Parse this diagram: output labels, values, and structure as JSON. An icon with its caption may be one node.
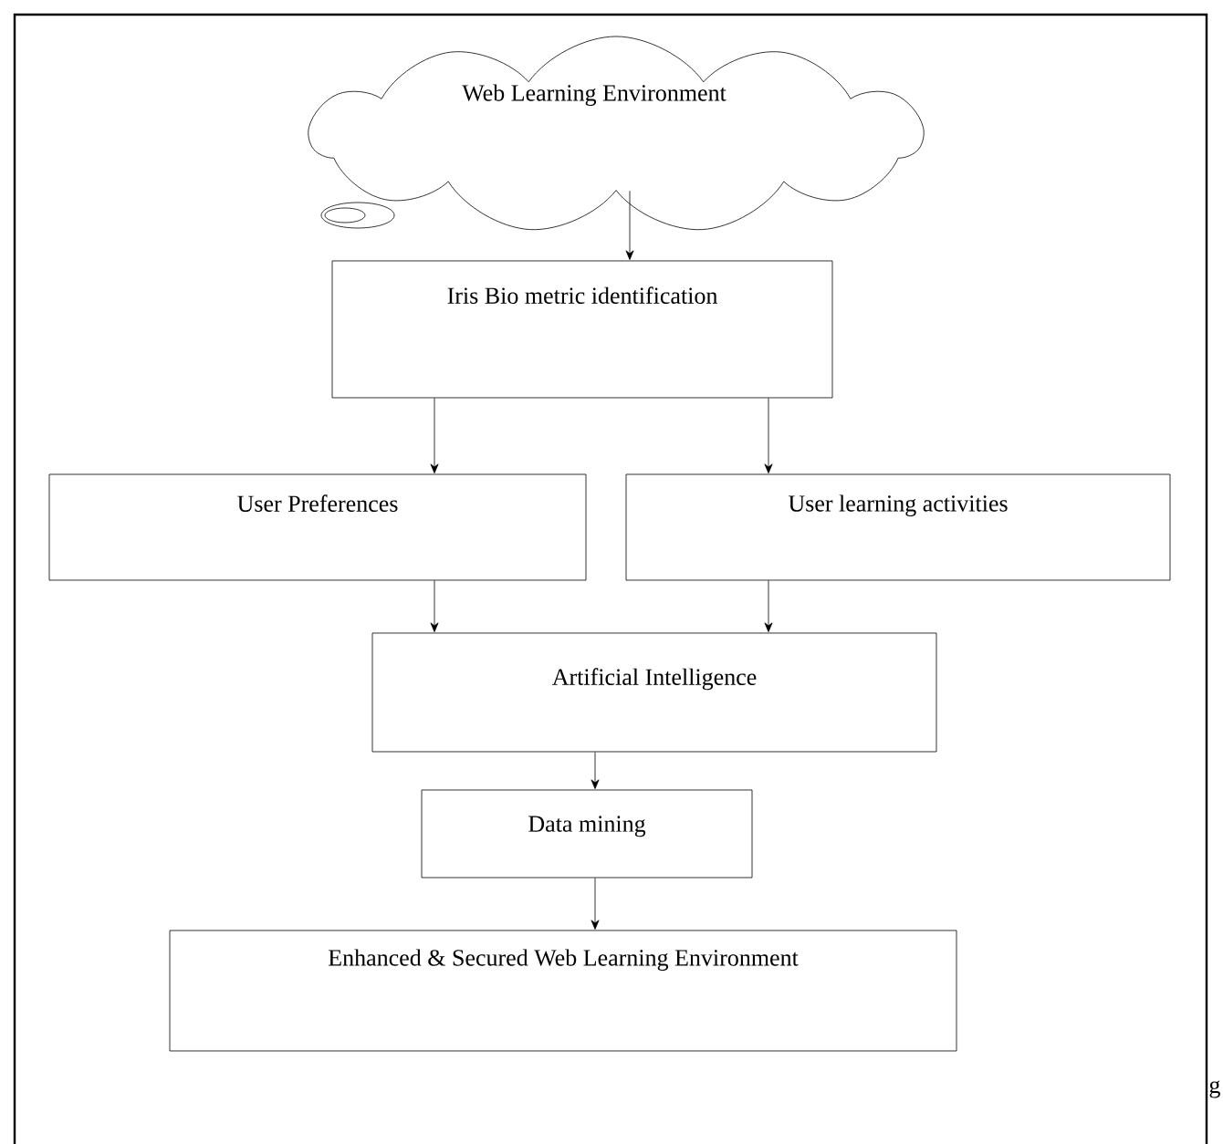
{
  "diagram": {
    "nodes": [
      {
        "text": [
          "Web Learning Environment"
        ]
      },
      {
        "text": [
          "Iris Bio metric identification"
        ]
      },
      {
        "text": [
          "User Preferences"
        ]
      },
      {
        "text": [
          "User learning activities"
        ]
      },
      {
        "text": [
          "Artificial Intelligence"
        ]
      },
      {
        "text": [
          "Data mining"
        ]
      },
      {
        "text": [
          "Enhanced & Secured Web Learning Environment"
        ]
      }
    ],
    "edges": [
      {
        "from": 0,
        "to": 1,
        "arrow": "to"
      },
      {
        "from": 1,
        "to": 2,
        "arrow": "to"
      },
      {
        "from": 1,
        "to": 3,
        "arrow": "to"
      },
      {
        "from": 2,
        "to": 4,
        "arrow": "to"
      },
      {
        "from": 3,
        "to": 4,
        "arrow": "to"
      },
      {
        "from": 4,
        "to": 5,
        "arrow": "to"
      },
      {
        "from": 5,
        "to": 6,
        "arrow": "to"
      }
    ],
    "labels": [
      "g"
    ]
  }
}
